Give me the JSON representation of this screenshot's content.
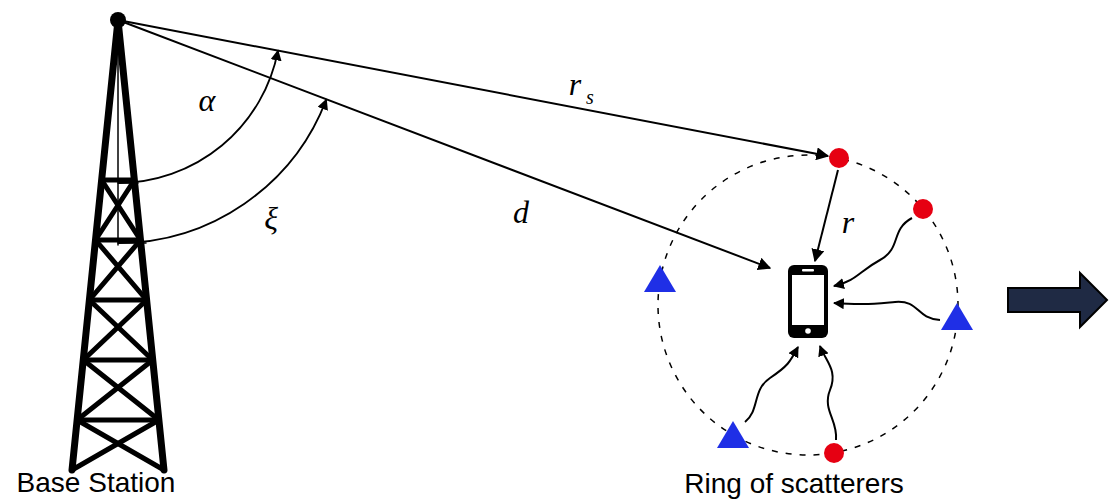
{
  "diagram": {
    "labels": [
      "r",
      "s",
      "α",
      "ξ",
      "d",
      "r",
      "Base Station",
      "Ring of scatterers"
    ]
  }
}
